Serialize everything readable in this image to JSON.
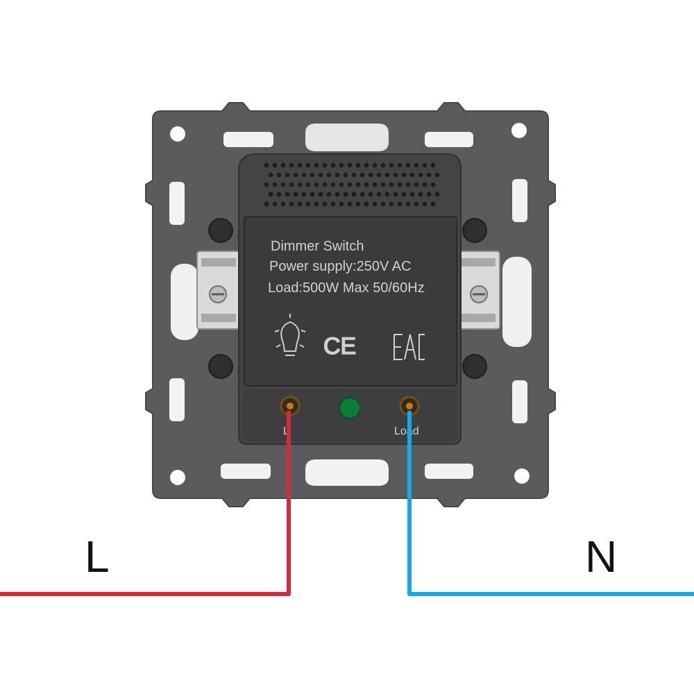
{
  "product": {
    "spec_lines": [
      "Dimmer Switch",
      "Power supply:250V AC",
      "Load:500W Max 50/60Hz"
    ],
    "marks": {
      "ce": "CE",
      "eac": "EAC"
    },
    "terminals": {
      "left": "L",
      "right": "Load"
    }
  },
  "wires": {
    "left": {
      "label": "L",
      "color": "#d8283c"
    },
    "right": {
      "label": "N",
      "color": "#17a9e6"
    }
  },
  "colors": {
    "frame": "#5b5b5e",
    "module": "#444446",
    "label_plate": "#3b3b3d",
    "indicator": "#0f7a3a",
    "background": "#ffffff"
  },
  "icons": [
    "lamp-icon",
    "ce-mark-icon",
    "eac-mark-icon"
  ]
}
